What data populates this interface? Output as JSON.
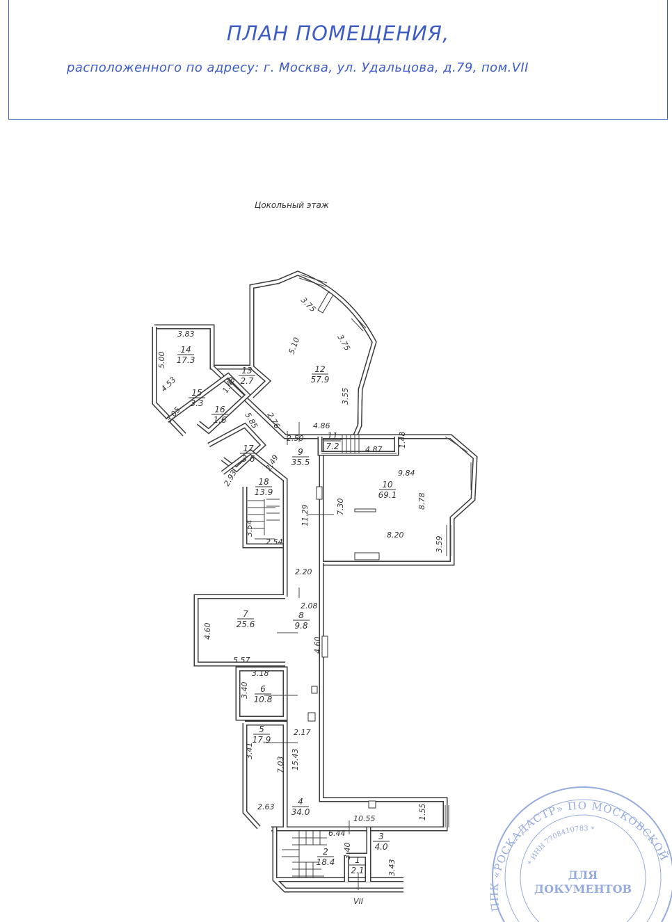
{
  "header": {
    "title": "ПЛАН ПОМЕЩЕНИЯ,",
    "address": "расположенного по адресу: г. Москва, ул. Удальцова, д.79, пом.VII"
  },
  "floor_label": "Цокольный этаж",
  "exit_label": "VII",
  "rooms": [
    {
      "num": "1",
      "area": "2.1"
    },
    {
      "num": "2",
      "area": "18.4"
    },
    {
      "num": "3",
      "area": "4.0"
    },
    {
      "num": "4",
      "area": "34.0"
    },
    {
      "num": "5",
      "area": "17.9"
    },
    {
      "num": "6",
      "area": "10.8"
    },
    {
      "num": "7",
      "area": "25.6"
    },
    {
      "num": "8",
      "area": "9.8"
    },
    {
      "num": "9",
      "area": "35.5"
    },
    {
      "num": "10",
      "area": "69.1"
    },
    {
      "num": "11",
      "area": "7.2"
    },
    {
      "num": "12",
      "area": "57.9"
    },
    {
      "num": "13",
      "area": "2.7"
    },
    {
      "num": "14",
      "area": "17.3"
    },
    {
      "num": "15",
      "area": "3.3"
    },
    {
      "num": "16",
      "area": "1.6"
    },
    {
      "num": "17",
      "area": "3.6"
    },
    {
      "num": "18",
      "area": "13.9"
    }
  ],
  "dimensions": [
    "3.75",
    "3.75",
    "5.10",
    "3.55",
    "3.83",
    "5.00",
    "4.53",
    "3.05",
    "1.48",
    "5.85",
    "2.76",
    "4.86",
    "2.50",
    "2.93",
    "2.49",
    "3.54",
    "2.54",
    "11.29",
    "7.30",
    "9.84",
    "8.78",
    "8.20",
    "3.59",
    "4.87",
    "1.48",
    "2.20",
    "2.08",
    "4.60",
    "5.57",
    "4.60",
    "3.18",
    "3.40",
    "2.17",
    "3.41",
    "7.03",
    "15.43",
    "2.63",
    "10.55",
    "1.55",
    "6.44",
    "3.40",
    "3.43"
  ],
  "stamp": {
    "outer_text": "ППК «РОСКАДАСТР» ПО МОСКОВСКОЙ",
    "inn_text": "* ИНН 7708410783 *",
    "center_line1": "ДЛЯ",
    "center_line2": "ДОКУМЕНТОВ"
  },
  "colors": {
    "title": "#3d5cc4",
    "stamp": "#8aa3dc",
    "lines": "#3a3a3a"
  }
}
